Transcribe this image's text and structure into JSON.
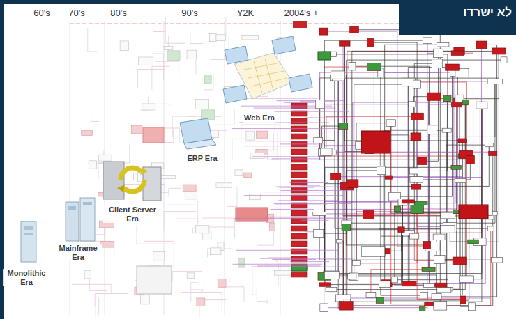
{
  "diagram": {
    "title": "לא ישרדו",
    "labels": [
      "60's",
      "70's",
      "80's",
      "90's",
      "Y2K",
      "2004's +",
      "Web Era",
      "ERP Era",
      "Client Server Era",
      "Mainframe Era",
      "Monolithic Era"
    ]
  }
}
